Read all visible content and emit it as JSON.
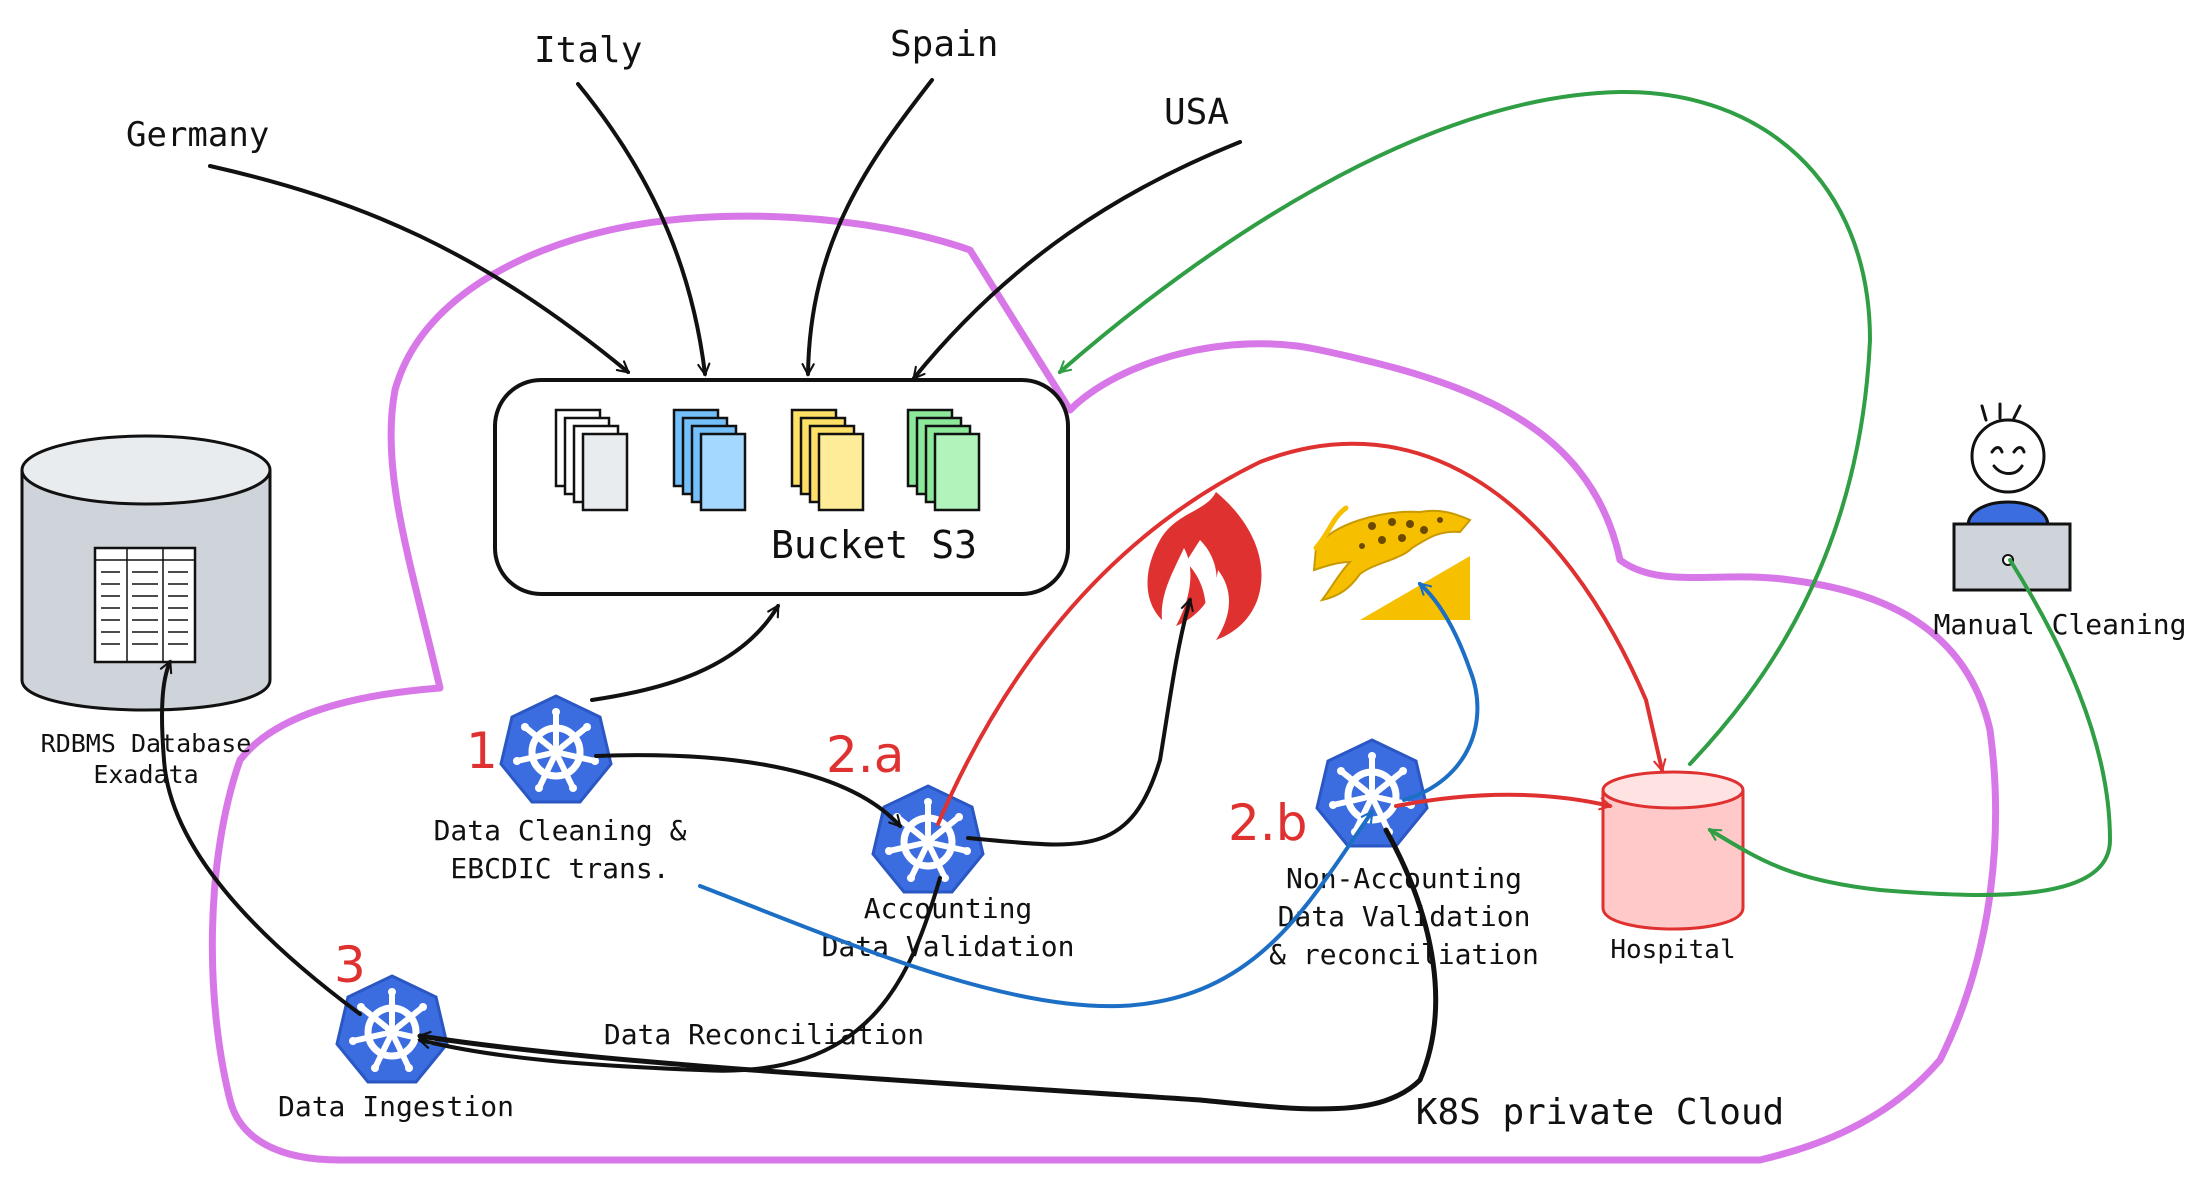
{
  "countries": {
    "germany": "Germany",
    "italy": "Italy",
    "spain": "Spain",
    "usa": "USA"
  },
  "bucket": {
    "label": "Bucket S3"
  },
  "database": {
    "line1": "RDBMS Database",
    "line2": "Exadata"
  },
  "manual_cleaning": {
    "label": "Manual Cleaning"
  },
  "hospital": {
    "label": "Hospital"
  },
  "cloud": {
    "label": "K8S private Cloud"
  },
  "steps": {
    "s1": {
      "number": "1",
      "line1": "Data Cleaning &",
      "line2": "EBCDIC trans."
    },
    "s2a": {
      "number": "2.a",
      "line1": "Accounting",
      "line2": "Data Validation"
    },
    "s2b": {
      "number": "2.b",
      "line1": "Non-Accounting",
      "line2": "Data Validation",
      "line3": "& reconciliation"
    },
    "s3": {
      "number": "3",
      "label": "Data Ingestion"
    }
  },
  "reconciliation": {
    "label": "Data Reconciliation"
  },
  "colors": {
    "cloud": "#d878e8",
    "black": "#111111",
    "red": "#e03131",
    "blue": "#1c6fc4",
    "green": "#2f9e44",
    "k8s": "#3b6de0",
    "hospital": "#ffc9c9",
    "db": "#ced4da",
    "cheetah": "#f6c000"
  },
  "icons": {
    "k8s": "kubernetes-icon",
    "spark": "spark-flame-icon",
    "cheetah": "cheetah-icon",
    "user": "user-laptop-icon",
    "db": "database-icon",
    "files": "file-stack-icon"
  }
}
